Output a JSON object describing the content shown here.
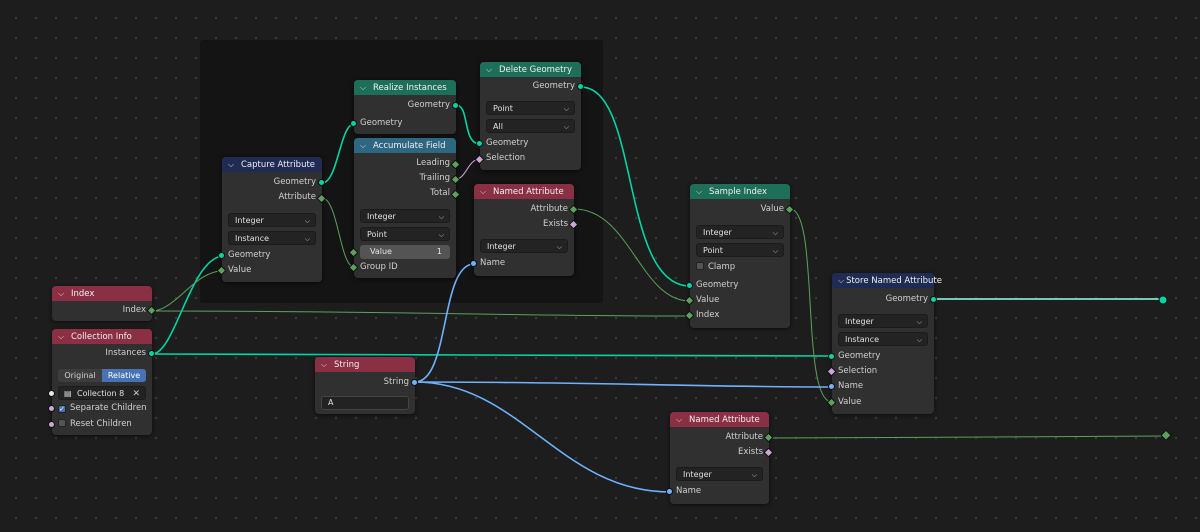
{
  "nodes": {
    "capture_attribute": {
      "title": "Capture Attribute",
      "out_geometry": "Geometry",
      "out_attribute": "Attribute",
      "type": "Integer",
      "domain": "Instance",
      "in_geometry": "Geometry",
      "in_value": "Value"
    },
    "realize_instances": {
      "title": "Realize Instances",
      "out_geometry": "Geometry",
      "in_geometry": "Geometry"
    },
    "accumulate_field": {
      "title": "Accumulate Field",
      "out_leading": "Leading",
      "out_trailing": "Trailing",
      "out_total": "Total",
      "type": "Integer",
      "domain": "Point",
      "value_label": "Value",
      "value": "1",
      "group_id": "Group ID"
    },
    "delete_geometry": {
      "title": "Delete Geometry",
      "out_geometry": "Geometry",
      "domain": "Point",
      "mode": "All",
      "in_geometry": "Geometry",
      "in_selection": "Selection"
    },
    "named_attribute_top": {
      "title": "Named Attribute",
      "out_attribute": "Attribute",
      "out_exists": "Exists",
      "type": "Integer",
      "in_name": "Name"
    },
    "sample_index": {
      "title": "Sample Index",
      "out_value": "Value",
      "type": "Integer",
      "domain": "Point",
      "clamp": "Clamp",
      "in_geometry": "Geometry",
      "in_value": "Value",
      "in_index": "Index"
    },
    "store_named_attribute": {
      "title": "Store Named Attribute",
      "out_geometry": "Geometry",
      "type": "Integer",
      "domain": "Instance",
      "in_geometry": "Geometry",
      "in_selection": "Selection",
      "in_name": "Name",
      "in_value": "Value"
    },
    "index": {
      "title": "Index",
      "out_index": "Index"
    },
    "collection_info": {
      "title": "Collection Info",
      "out_instances": "Instances",
      "mode_original": "Original",
      "mode_relative": "Relative",
      "collection": "Collection 8",
      "separate_children": "Separate Children",
      "reset_children": "Reset Children"
    },
    "string": {
      "title": "String",
      "out_string": "String",
      "value": "A"
    },
    "named_attribute_bottom": {
      "title": "Named Attribute",
      "out_attribute": "Attribute",
      "out_exists": "Exists",
      "type": "Integer",
      "in_name": "Name"
    }
  },
  "colors": {
    "geometry_socket": "#00d6a3",
    "integer_socket": "#5da15d",
    "boolean_socket": "#cca6d6",
    "string_socket": "#70b2ff",
    "geometry_header": "#1e6f5a",
    "attribute_header": "#1f2b52",
    "utility_header": "#2d6782",
    "input_header": "#8a2f44"
  },
  "icons": {
    "collapse": "chevron-down-icon",
    "dropdown": "dropdown-arrow-icon",
    "collection": "collection-icon",
    "clear": "close-icon",
    "checkbox_checked": "checkmark-icon"
  }
}
